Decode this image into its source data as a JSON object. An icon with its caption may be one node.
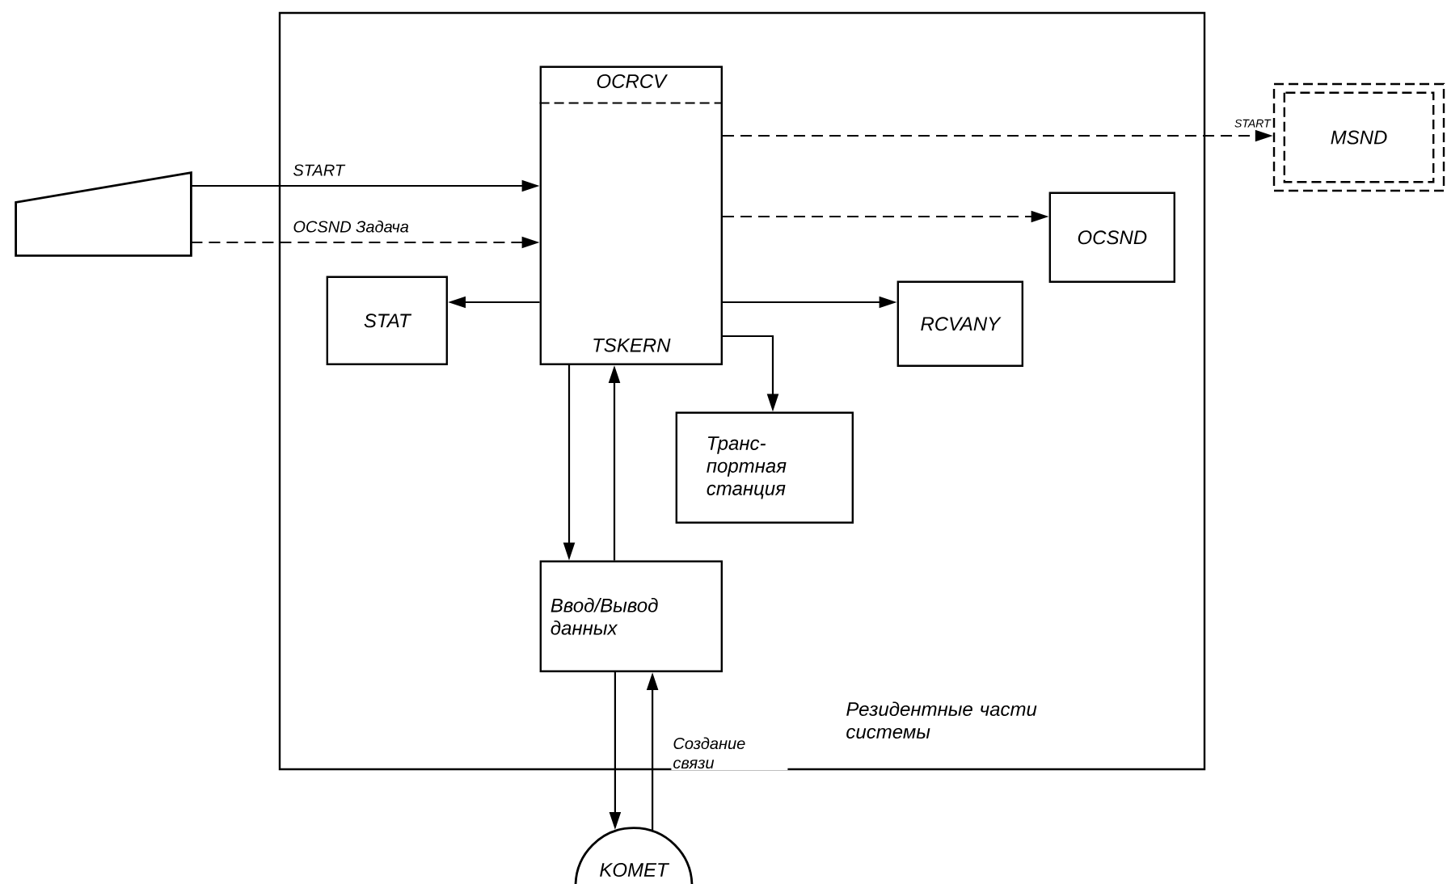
{
  "diagram": {
    "nodes": [
      {
        "text": [
          "Резидентные части системы"
        ]
      },
      {
        "text": [],
        "shape": "trapezoid"
      },
      {
        "text": [
          "OCRCV",
          "TSKERN"
        ],
        "in": 0
      },
      {
        "text": [
          "OCSND"
        ],
        "in": 0
      },
      {
        "text": [
          "STAT"
        ],
        "in": 0
      },
      {
        "text": [
          "RCVANY"
        ],
        "in": 0
      },
      {
        "text": [
          "Транс- портная станция"
        ],
        "in": 0
      },
      {
        "text": [
          "Ввод/Вывод данных"
        ],
        "in": 0
      },
      {
        "text": [
          "MSND"
        ]
      },
      {
        "text": [
          "KOMET"
        ]
      }
    ],
    "edges": [
      {
        "from": 1,
        "to": 2,
        "arrow": "to",
        "label": "START"
      },
      {
        "from": 1,
        "to": 2,
        "arrow": "to",
        "label": "OCSND Задача",
        "style": "dashed"
      },
      {
        "from": 2,
        "to": 8,
        "arrow": "to",
        "label": "START",
        "style": "dashed"
      },
      {
        "from": 2,
        "to": 3,
        "arrow": "to",
        "style": "dashed"
      },
      {
        "from": 2,
        "to": 4,
        "arrow": "to"
      },
      {
        "from": 2,
        "to": 5,
        "arrow": "to"
      },
      {
        "from": 2,
        "to": 6,
        "arrow": "to"
      },
      {
        "from": 2,
        "to": 7,
        "arrow": "to"
      },
      {
        "from": 7,
        "to": 2,
        "arrow": "to"
      },
      {
        "from": 7,
        "to": 9,
        "arrow": "to"
      },
      {
        "from": 9,
        "to": 7,
        "arrow": "to",
        "label": "Создание связи"
      }
    ]
  }
}
